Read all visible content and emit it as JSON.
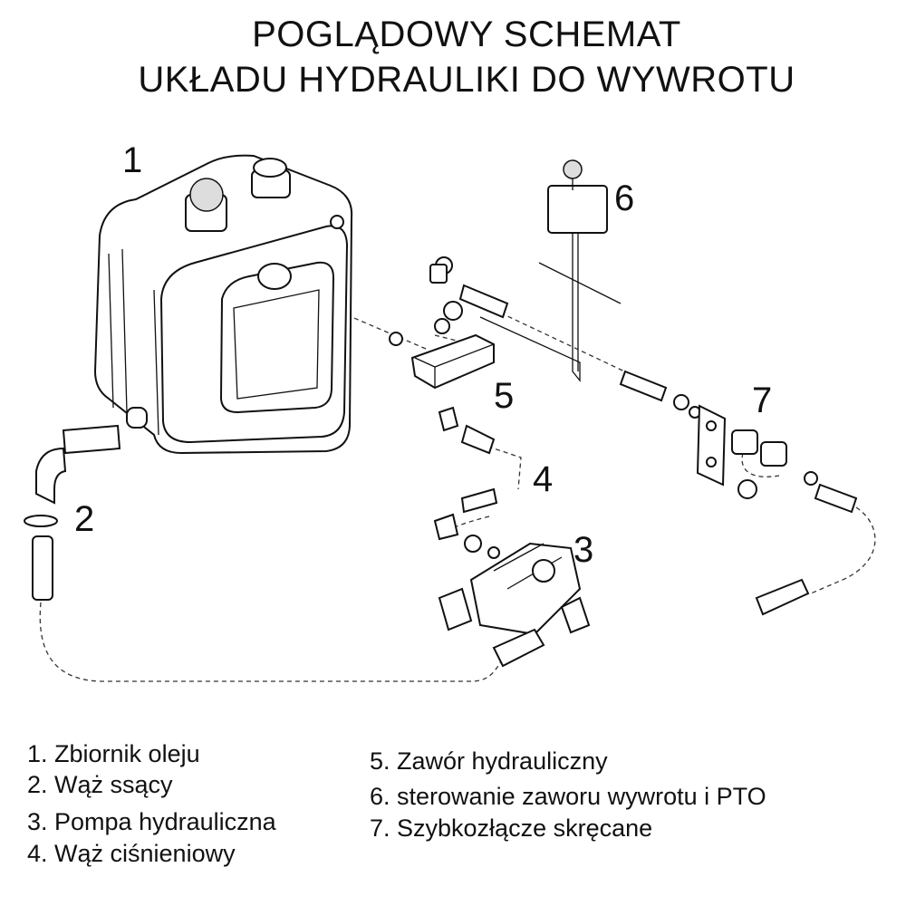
{
  "title": {
    "line1": "POGLĄDOWY SCHEMAT",
    "line2": "UKŁADU HYDRAULIKI DO WYWROTU"
  },
  "callouts": {
    "n1": "1",
    "n2": "2",
    "n3": "3",
    "n4": "4",
    "n5": "5",
    "n6": "6",
    "n7": "7"
  },
  "legend": {
    "left": [
      "1. Zbiornik oleju",
      "2. Wąż ssący",
      "3. Pompa hydrauliczna",
      "4. Wąż ciśnieniowy"
    ],
    "right": [
      "5. Zawór hydrauliczny",
      "6. sterowanie zaworu wywrotu i PTO",
      "7. Szybkozłącze skręcane"
    ]
  }
}
